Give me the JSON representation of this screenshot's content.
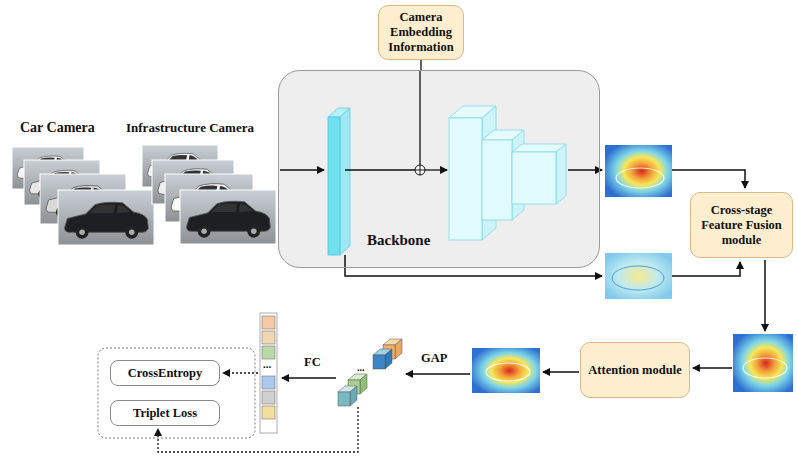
{
  "diagram": {
    "nodes": [
      {
        "text": [
          "Camera Embedding Information"
        ]
      },
      {
        "text": [
          "Backbone"
        ]
      },
      {
        "text": [
          "Cross-stage Feature Fusion module"
        ]
      },
      {
        "text": [
          "Attention module"
        ]
      },
      {
        "text": [
          "CrossEntropy"
        ]
      },
      {
        "text": [
          "Triplet Loss"
        ]
      }
    ],
    "edges": [
      {
        "from": 0,
        "to": 1,
        "arrow": "none"
      }
    ],
    "labels": [
      "Car Camera",
      "Infrastructure Camera",
      "...",
      "FC",
      "GAP",
      "..."
    ]
  }
}
